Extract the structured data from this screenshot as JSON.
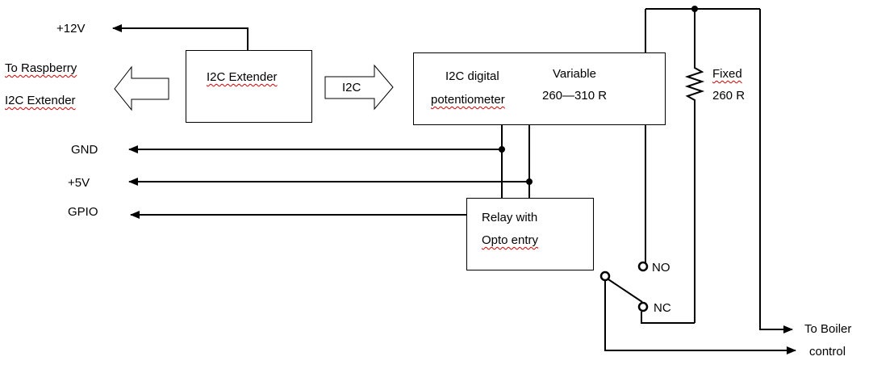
{
  "labels": {
    "plus12v": "+12V",
    "to_raspberry": "To Raspberry",
    "i2c_extender_left": "I2C  Extender",
    "i2c_extender_box": "I2C Extender",
    "i2c_arrow": "I2C",
    "pot_line1": "I2C digital",
    "pot_line2": "potentiometer",
    "variable": "Variable",
    "variable_range": "260—310 R",
    "fixed": "Fixed",
    "fixed_value": "260 R",
    "gnd": "GND",
    "plus5v": "+5V",
    "gpio": "GPIO",
    "relay_line1": "Relay with",
    "relay_line2": "Opto entry",
    "no": "NO",
    "nc": "NC",
    "boiler_line1": "To Boiler",
    "boiler_line2": "control"
  },
  "colors": {
    "line": "#000000",
    "spellcheck_underline": "#d00000"
  }
}
